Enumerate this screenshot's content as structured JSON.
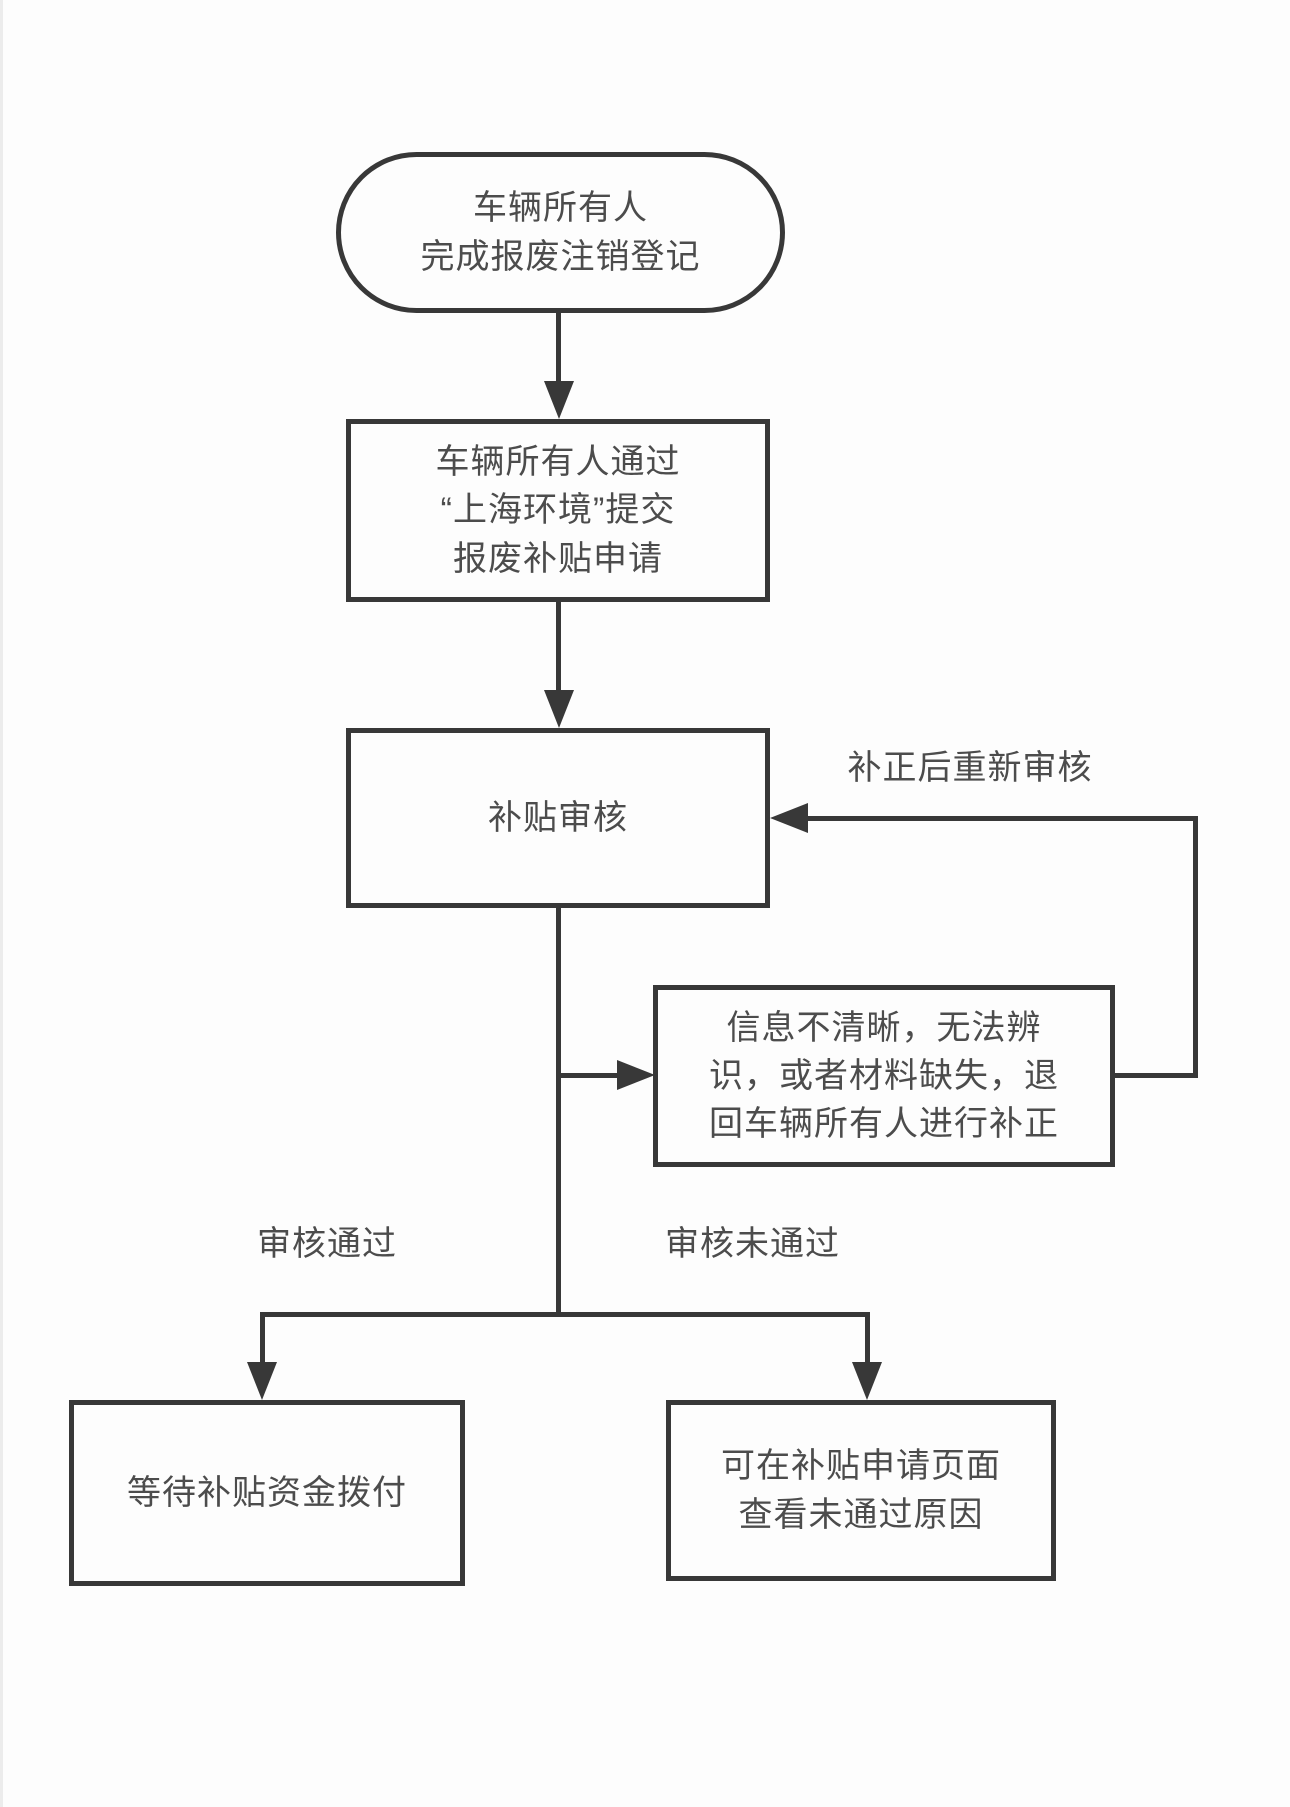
{
  "colors": {
    "background": "#fdfdfd",
    "line": "#383838",
    "text": "#4c4c4c"
  },
  "flowchart": {
    "start": {
      "lines": [
        "车辆所有人",
        "完成报废注销登记"
      ]
    },
    "submit": {
      "lines": [
        "车辆所有人通过",
        "“上海环境”提交",
        "报废补贴申请"
      ]
    },
    "review": {
      "lines": [
        "补贴审核"
      ]
    },
    "returned": {
      "lines": [
        "信息不清晰，无法辨",
        "识，或者材料缺失，退",
        "回车辆所有人进行补正"
      ]
    },
    "wait": {
      "lines": [
        "等待补贴资金拨付"
      ]
    },
    "reason": {
      "lines": [
        "可在补贴申请页面",
        "查看未通过原因"
      ]
    },
    "labels": {
      "recheck": "补正后重新审核",
      "pass": "审核通过",
      "fail": "审核未通过"
    }
  }
}
